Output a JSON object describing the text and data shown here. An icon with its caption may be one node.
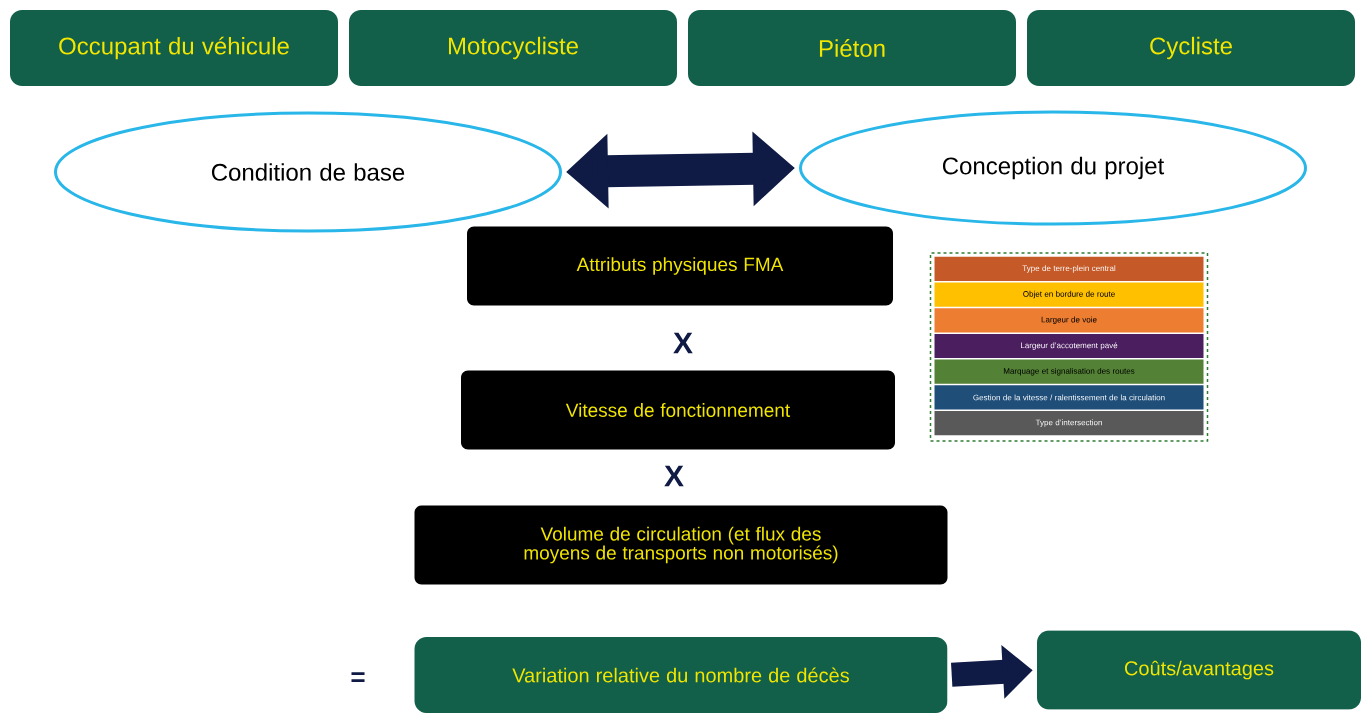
{
  "diagram": {
    "nodes": [
      {
        "text": [
          "Occupant du véhicule"
        ]
      },
      {
        "text": [
          "Motocycliste"
        ]
      },
      {
        "text": [
          "Piéton"
        ]
      },
      {
        "text": [
          "Cycliste"
        ]
      },
      {
        "text": [
          "Condition de base"
        ]
      },
      {
        "text": [
          "Conception du projet"
        ]
      },
      {
        "text": [
          "Attributs physiques FMA"
        ]
      },
      {
        "text": [
          "Vitesse de fonctionnement"
        ]
      },
      {
        "text": [
          "Volume de circulation (et flux des moyens de transports non motorisés)"
        ]
      },
      {
        "text": [],
        "shape": "box"
      },
      {
        "text": [
          "Type de terre-plein central"
        ],
        "in": 9
      },
      {
        "text": [
          "Objet en bordure de route"
        ],
        "in": 9
      },
      {
        "text": [
          "Largeur de voie"
        ],
        "in": 9
      },
      {
        "text": [
          "Largeur d’accotement pavé"
        ],
        "in": 9
      },
      {
        "text": [
          "Marquage et signalisation des routes"
        ],
        "in": 9
      },
      {
        "text": [
          "Gestion de la vitesse / ralentissement de la circulation"
        ],
        "in": 9
      },
      {
        "text": [
          "Type d’intersection"
        ],
        "in": 9
      },
      {
        "text": [
          "Variation relative du nombre de décès"
        ]
      },
      {
        "text": [
          "Coûts/avantages"
        ]
      }
    ],
    "edges": [
      {
        "from": 4,
        "to": 5,
        "arrow": "both"
      },
      {
        "from": 17,
        "to": 18,
        "arrow": "to"
      }
    ],
    "labels": [
      "X",
      "X",
      "="
    ]
  }
}
